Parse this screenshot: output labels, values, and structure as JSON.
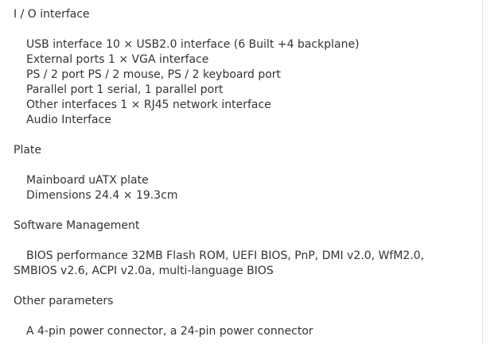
{
  "sections": [
    {
      "heading": "I / O interface",
      "lines": [
        "USB interface 10 × USB2.0 interface (6 Built +4 backplane)",
        "External ports 1 × VGA interface",
        "PS / 2 port PS / 2 mouse, PS / 2 keyboard port",
        "Parallel port 1 serial, 1 parallel port",
        "Other interfaces 1 × RJ45 network interface",
        "Audio Interface"
      ]
    },
    {
      "heading": "Plate",
      "lines": [
        "Mainboard uATX plate",
        "Dimensions 24.4 × 19.3cm"
      ]
    },
    {
      "heading": "Software Management",
      "lines": [
        "BIOS performance 32MB Flash ROM, UEFI BIOS, PnP, DMI v2.0, WfM2.0,",
        "SMBIOS v2.6, ACPI v2.0a, multi-language BIOS"
      ]
    },
    {
      "heading": "Other parameters",
      "lines": [
        "A 4-pin power connector, a 24-pin power connector"
      ]
    }
  ]
}
